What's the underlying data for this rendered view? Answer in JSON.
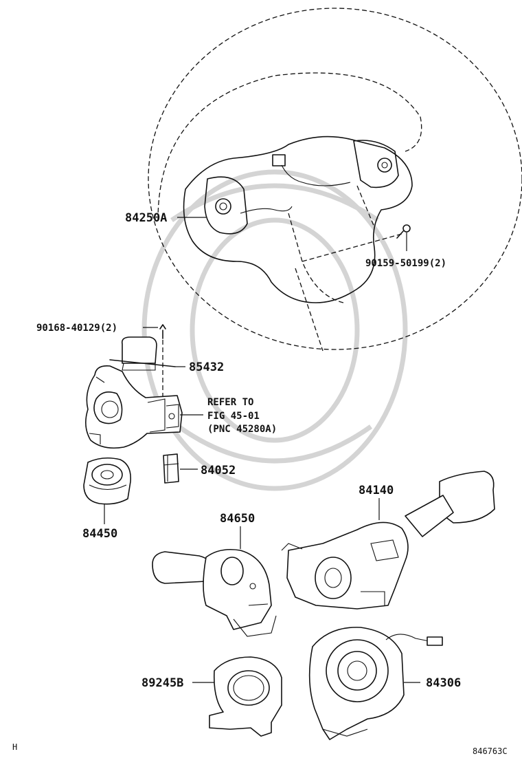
{
  "drawing_id": "846763C",
  "corner_mark": "H",
  "reference_note": {
    "line1": "REFER TO",
    "line2": "FIG 45-01",
    "line3": "(PNC 45280A)"
  },
  "parts": {
    "steering_wheel": "84250A",
    "wheel_screw": "90159-50199(2)",
    "switch_screw": "90168-40129(2)",
    "sensor": "85432",
    "column_connector": "84052",
    "ignition_switch": "84450",
    "wiper_switch": "84140",
    "turn_signal_switch": "84650",
    "steering_sensor": "89245B",
    "spiral_cable": "84306"
  }
}
